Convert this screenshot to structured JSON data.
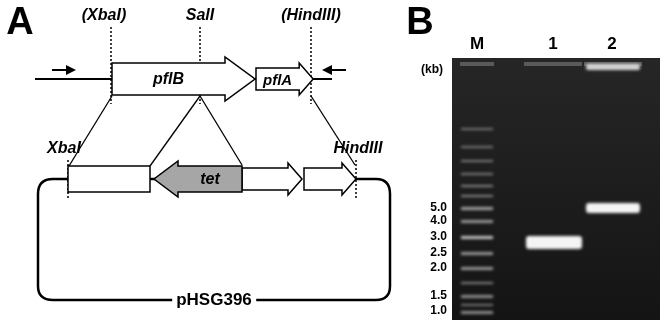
{
  "diagram": {
    "nodes": [
      {
        "text": [
          "pflB"
        ]
      },
      {
        "text": [
          "pflA"
        ]
      },
      {
        "text": [
          "tet"
        ]
      }
    ],
    "labels": [
      "A",
      "(XbaI)",
      "SalI",
      "(HindIII)",
      "XbaI",
      "HindIII",
      "pHSG396",
      "B",
      "M",
      "1",
      "2",
      "(kb)",
      "5.0",
      "4.0",
      "3.0",
      "2.5",
      "2.0",
      "1.5",
      "1.0"
    ]
  }
}
